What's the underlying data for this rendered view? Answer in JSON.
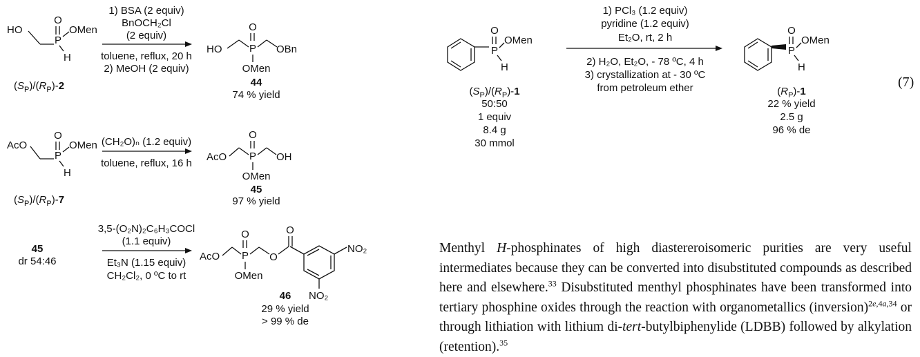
{
  "scheme_left": {
    "row1": {
      "reactant_label_html": "(<i>S</i><sub>P</sub>)/(<i>R</i><sub>P</sub>)-<b>2</b>",
      "cond1": "1) BSA (2 equiv)",
      "cond2": "BnOCH₂Cl",
      "cond3": "(2 equiv)",
      "cond4": "toluene, reflux, 20 h",
      "cond5": "2) MeOH (2 equiv)",
      "product_num": "44",
      "product_yield": "74 % yield"
    },
    "row2": {
      "reactant_label_html": "(<i>S</i><sub>P</sub>)/(<i>R</i><sub>P</sub>)-<b>7</b>",
      "cond1": "(CH₂O)ₙ (1.2 equiv)",
      "cond2": "toluene, reflux, 16 h",
      "product_num": "45",
      "product_yield": "97 % yield"
    },
    "row3": {
      "reactant_num": "45",
      "reactant_dr": "dr 54:46",
      "cond1": "3,5-(O₂N)₂C₆H₃COCl",
      "cond2": "(1.1 equiv)",
      "cond3": "Et₃N (1.15 equiv)",
      "cond4": "CH₂Cl₂, 0 ºC to rt",
      "product_num": "46",
      "product_yield": "29 % yield",
      "product_de": "> 99 % de"
    }
  },
  "scheme_right": {
    "cond1": "1) PCl₃ (1.2 equiv)",
    "cond2": "pyridine (1.2 equiv)",
    "cond3": "Et₂O, rt, 2 h",
    "cond4": "2) H₂O, Et₂O, - 78 ºC, 4 h",
    "cond5": "3) crystallization at - 30 ºC",
    "cond6": "from petroleum ether",
    "reactant_ratio": "50:50",
    "reactant_equiv": "1 equiv",
    "reactant_mass": "8.4 g",
    "reactant_mmol": "30 mmol",
    "product_yield": "22 % yield",
    "product_mass": "2.5 g",
    "product_de": "96 % de",
    "eq_number": "(7)"
  },
  "atoms": {
    "HO": "HO",
    "O": "O",
    "P": "P",
    "H": "H",
    "OMen": "OMen",
    "OBn": "OBn",
    "AcO": "AcO",
    "OH": "OH",
    "NO2": "NO₂"
  },
  "paragraph_html": "Menthyl <i>H</i>-phosphinates of high diastereroisomeric purities are very useful intermediates because they can be converted into disubstituted compounds as described here and elsewhere.<sup>33</sup> Disubstituted menthyl phosphinates have been transformed into tertiary phosphine oxides through the reaction with organometallics (inversion)<sup>2<i>e</i>,4<i>a</i>,34</sup> or through lithiation with lithium di-<i>tert</i>-butylbiphenylide (LDBB) followed by alkylation (retention).<sup>35</sup>"
}
